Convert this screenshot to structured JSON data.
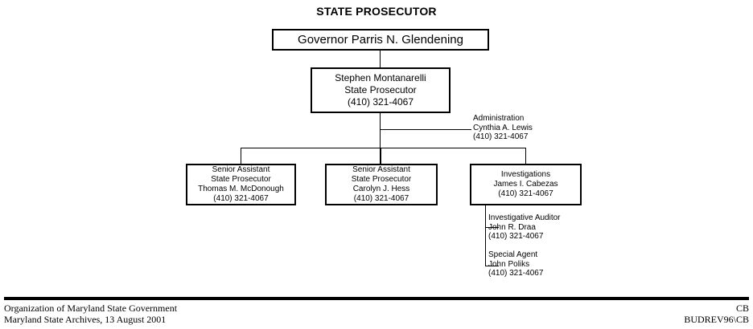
{
  "chart": {
    "title": "STATE PROSECUTOR",
    "nodes": {
      "governor": {
        "name": "Governor Parris N. Glendening"
      },
      "state_prosecutor": {
        "name": "Stephen Montanarelli",
        "role": "State Prosecutor",
        "phone": "(410) 321-4067"
      },
      "senior_assistant_mcdonough": {
        "role_line1": "Senior Assistant",
        "role_line2": "State Prosecutor",
        "name": "Thomas M. McDonough",
        "phone": "(410) 321-4067"
      },
      "senior_assistant_hess": {
        "role_line1": "Senior Assistant",
        "role_line2": "State Prosecutor",
        "name": "Carolyn J. Hess",
        "phone": "(410) 321-4067"
      },
      "investigations": {
        "role": "Investigations",
        "name": "James I. Cabezas",
        "phone": "(410) 321-4067"
      },
      "administration": {
        "role": "Administration",
        "name": "Cynthia A. Lewis",
        "phone": "(410) 321-4067"
      },
      "investigative_auditor": {
        "role": "Investigative Auditor",
        "name": "John R. Draa",
        "phone": "(410) 321-4067"
      },
      "special_agent": {
        "role": "Special Agent",
        "name": "John Poliks",
        "phone": "(410) 321-4067"
      }
    }
  },
  "footer": {
    "left_line1": "Organization of Maryland State Government",
    "left_line2": "Maryland State Archives, 13 August 2001",
    "right_line1": "CB",
    "right_line2": "BUDREV96\\CB"
  },
  "colors": {
    "ink": "#000000",
    "paper": "#ffffff"
  }
}
